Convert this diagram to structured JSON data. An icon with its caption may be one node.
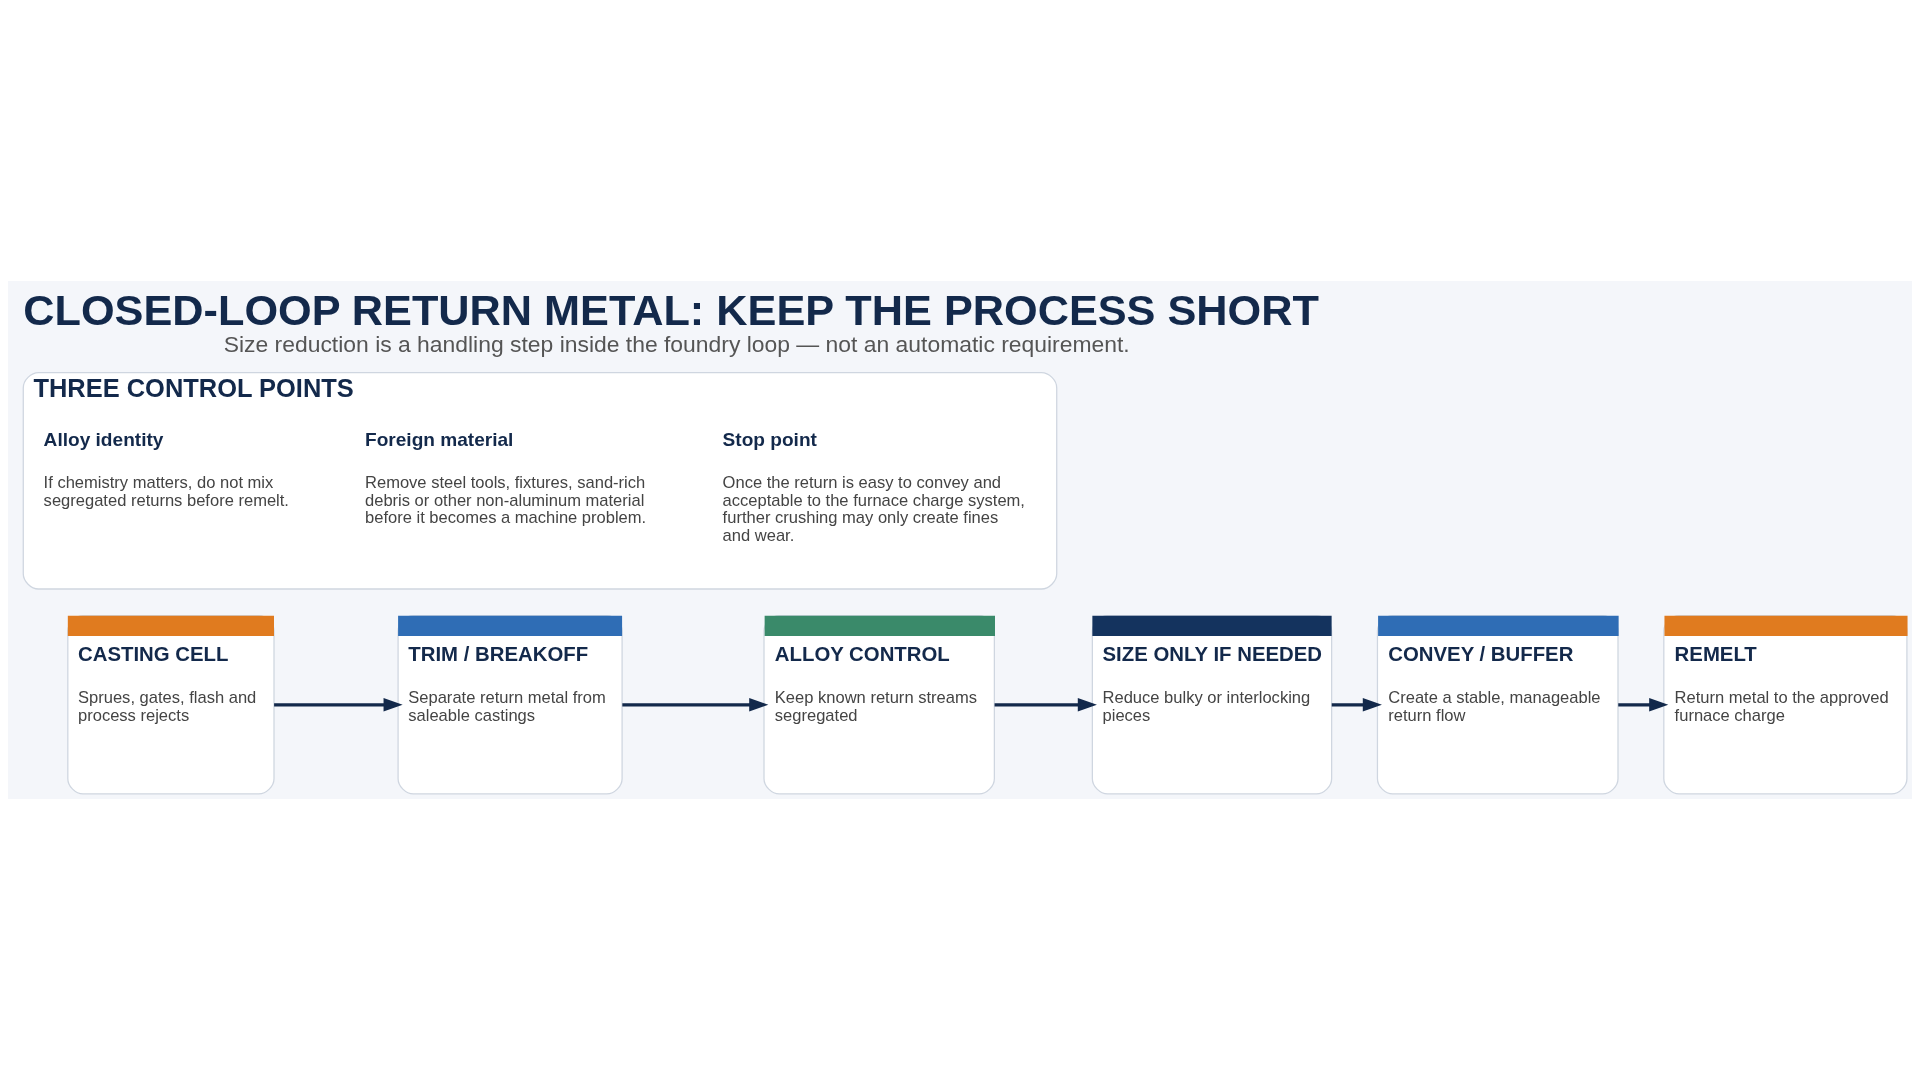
{
  "diagram": {
    "title": "CLOSED-LOOP RETURN METAL: KEEP THE PROCESS SHORT",
    "caption": "Size reduction is a handling step inside the foundry loop — not an automatic requirement.",
    "nodes": [
      {
        "text": [
          "CASTING CELL",
          "Sprues, gates, flash and process rejects"
        ]
      },
      {
        "text": [
          "TRIM / BREAKOFF",
          "Separate return metal from saleable castings"
        ]
      },
      {
        "text": [
          "ALLOY CONTROL",
          "Keep known return streams segregated"
        ]
      },
      {
        "text": [
          "SIZE ONLY IF NEEDED",
          "Reduce bulky or interlocking pieces"
        ]
      },
      {
        "text": [
          "CONVEY / BUFFER",
          "Create a stable, manageable return flow"
        ]
      },
      {
        "text": [
          "REMELT",
          "Return metal to the approved furnace charge"
        ]
      },
      {
        "text": [
          "THREE CONTROL POINTS"
        ]
      },
      {
        "text": [
          "Alloy identity",
          "If chemistry matters, do not mix segregated returns before remelt."
        ],
        "in": 6
      },
      {
        "text": [
          "Foreign material",
          "Remove steel tools, fixtures, sand-rich debris or other non-aluminum material before it becomes a machine problem."
        ],
        "in": 6
      },
      {
        "text": [
          "Stop point",
          "Once the return is easy to convey and acceptable to the furnace charge system, further crushing may only create fines and wear."
        ],
        "in": 6
      }
    ],
    "edges": [
      {
        "from": 0,
        "to": 1,
        "arrow": "to"
      },
      {
        "from": 1,
        "to": 2,
        "arrow": "to"
      },
      {
        "from": 2,
        "to": 3,
        "arrow": "to"
      },
      {
        "from": 3,
        "to": 4,
        "arrow": "to"
      },
      {
        "from": 4,
        "to": 5,
        "arrow": "to"
      }
    ]
  }
}
